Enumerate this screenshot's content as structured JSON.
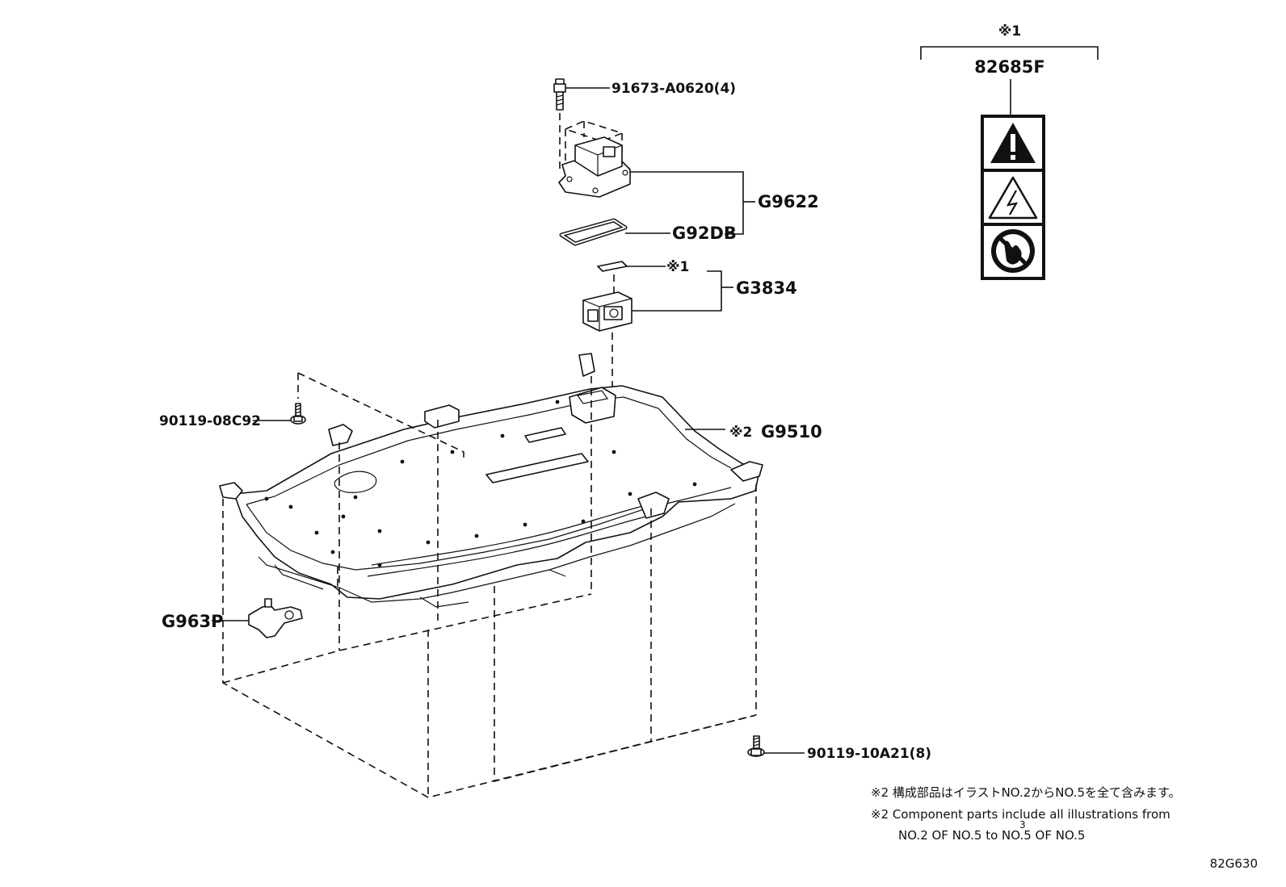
{
  "diagram": {
    "code": "82G630",
    "labels": {
      "bolt_top": "91673-A0620(4)",
      "cover_assy": "G9622",
      "gasket": "G92DB",
      "ref1": "※1",
      "relay_assy": "G3834",
      "screw_left": "90119-08C92",
      "battery": "G9510",
      "battery_ref": "※2",
      "sensor": "G963P",
      "bolt_bottom": "90119-10A21(8)",
      "caution_ref": "※1",
      "caution_label": "82685F"
    },
    "notes": {
      "ja": "※2 構成部品はイラストNO.2からNO.5を全て含みます。",
      "en_line1": "※2 Component parts include all illustrations from",
      "en_line2": "NO.2 OF NO.5 to NO.5 OF NO.5",
      "page_marker": "3"
    },
    "icons": [
      "warning-triangle-icon",
      "high-voltage-icon",
      "no-touch-icon"
    ]
  }
}
